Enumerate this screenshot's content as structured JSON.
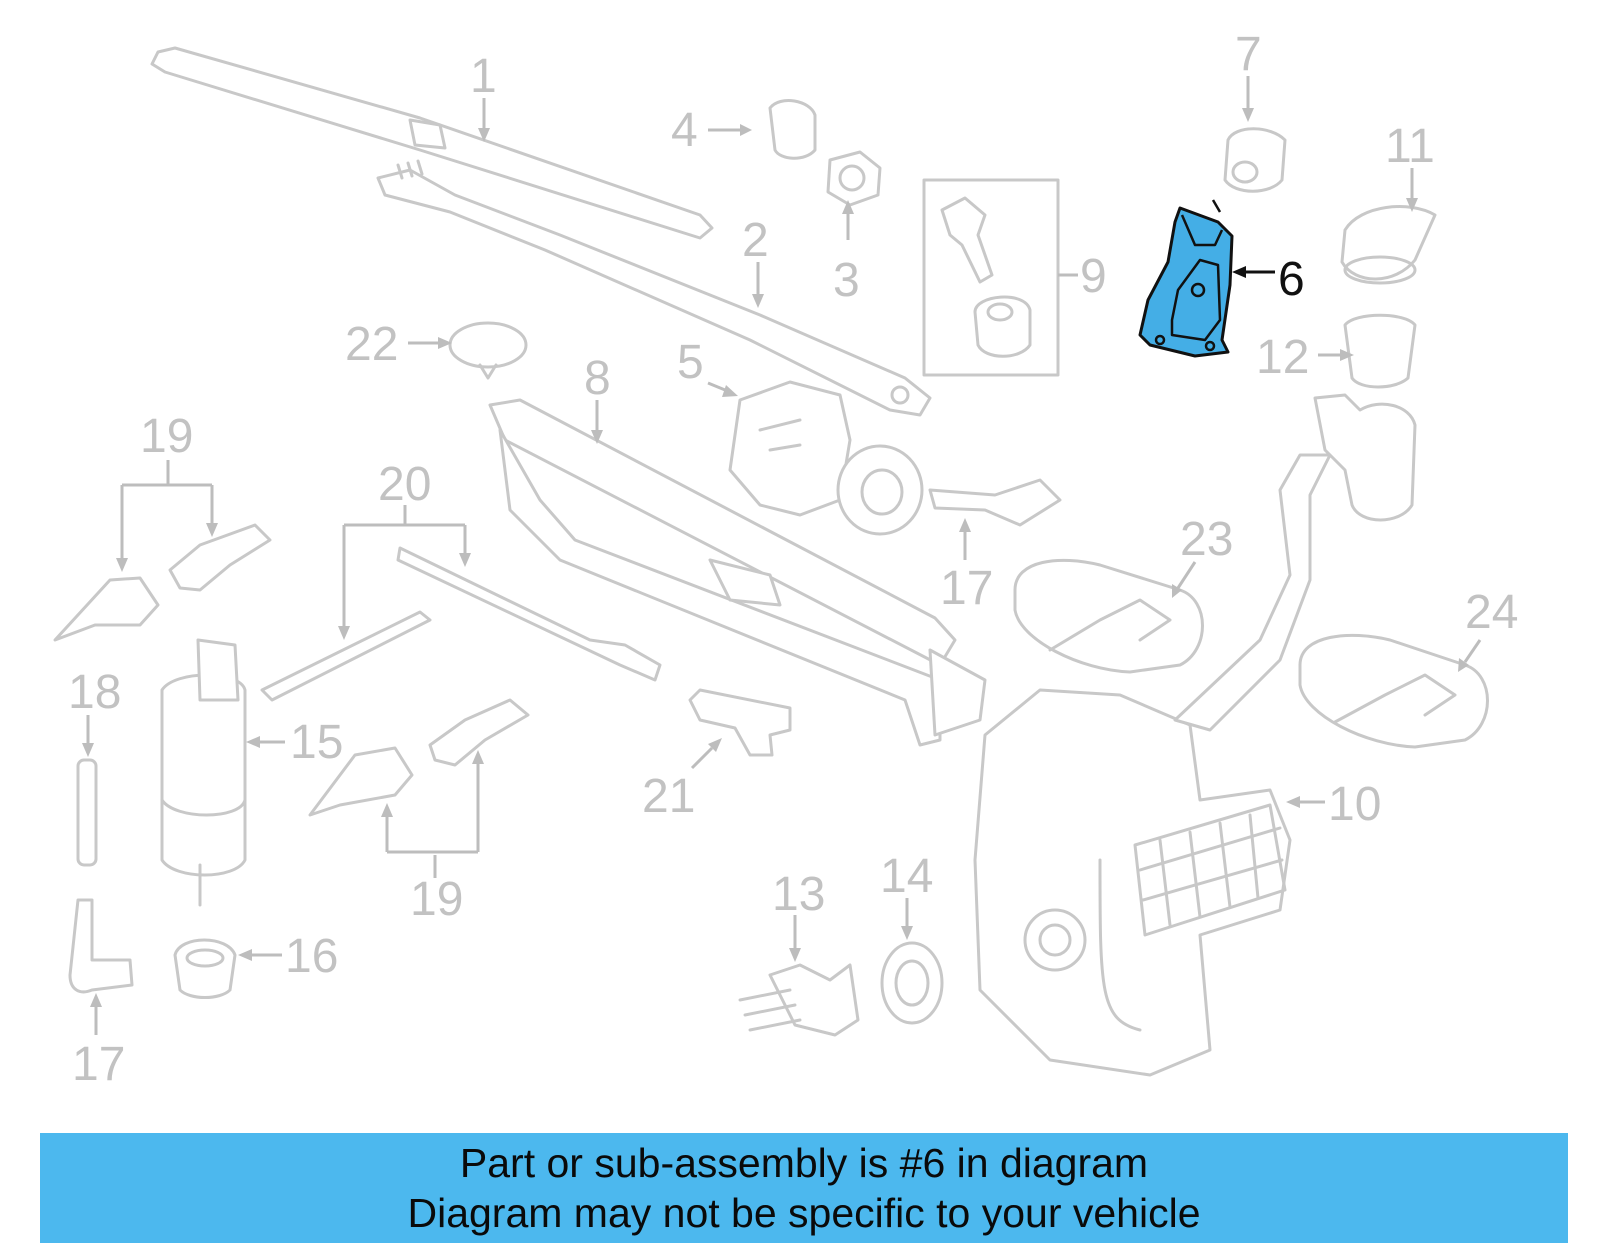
{
  "diagram": {
    "highlighted_part": "6",
    "callouts": [
      "1",
      "2",
      "3",
      "4",
      "5",
      "6",
      "7",
      "8",
      "9",
      "10",
      "11",
      "12",
      "13",
      "14",
      "15",
      "16",
      "17",
      "18",
      "19",
      "20",
      "21",
      "22",
      "23",
      "24"
    ],
    "callout_17_second": "17",
    "callout_19_second": "19"
  },
  "banner": {
    "line1": "Part or sub-assembly is #6 in diagram",
    "line2": "Diagram may not be specific to your vehicle"
  },
  "colors": {
    "highlight_fill": "#44aee6",
    "banner_bg": "#4cb8ee",
    "part_stroke": "#c8c8c8"
  }
}
